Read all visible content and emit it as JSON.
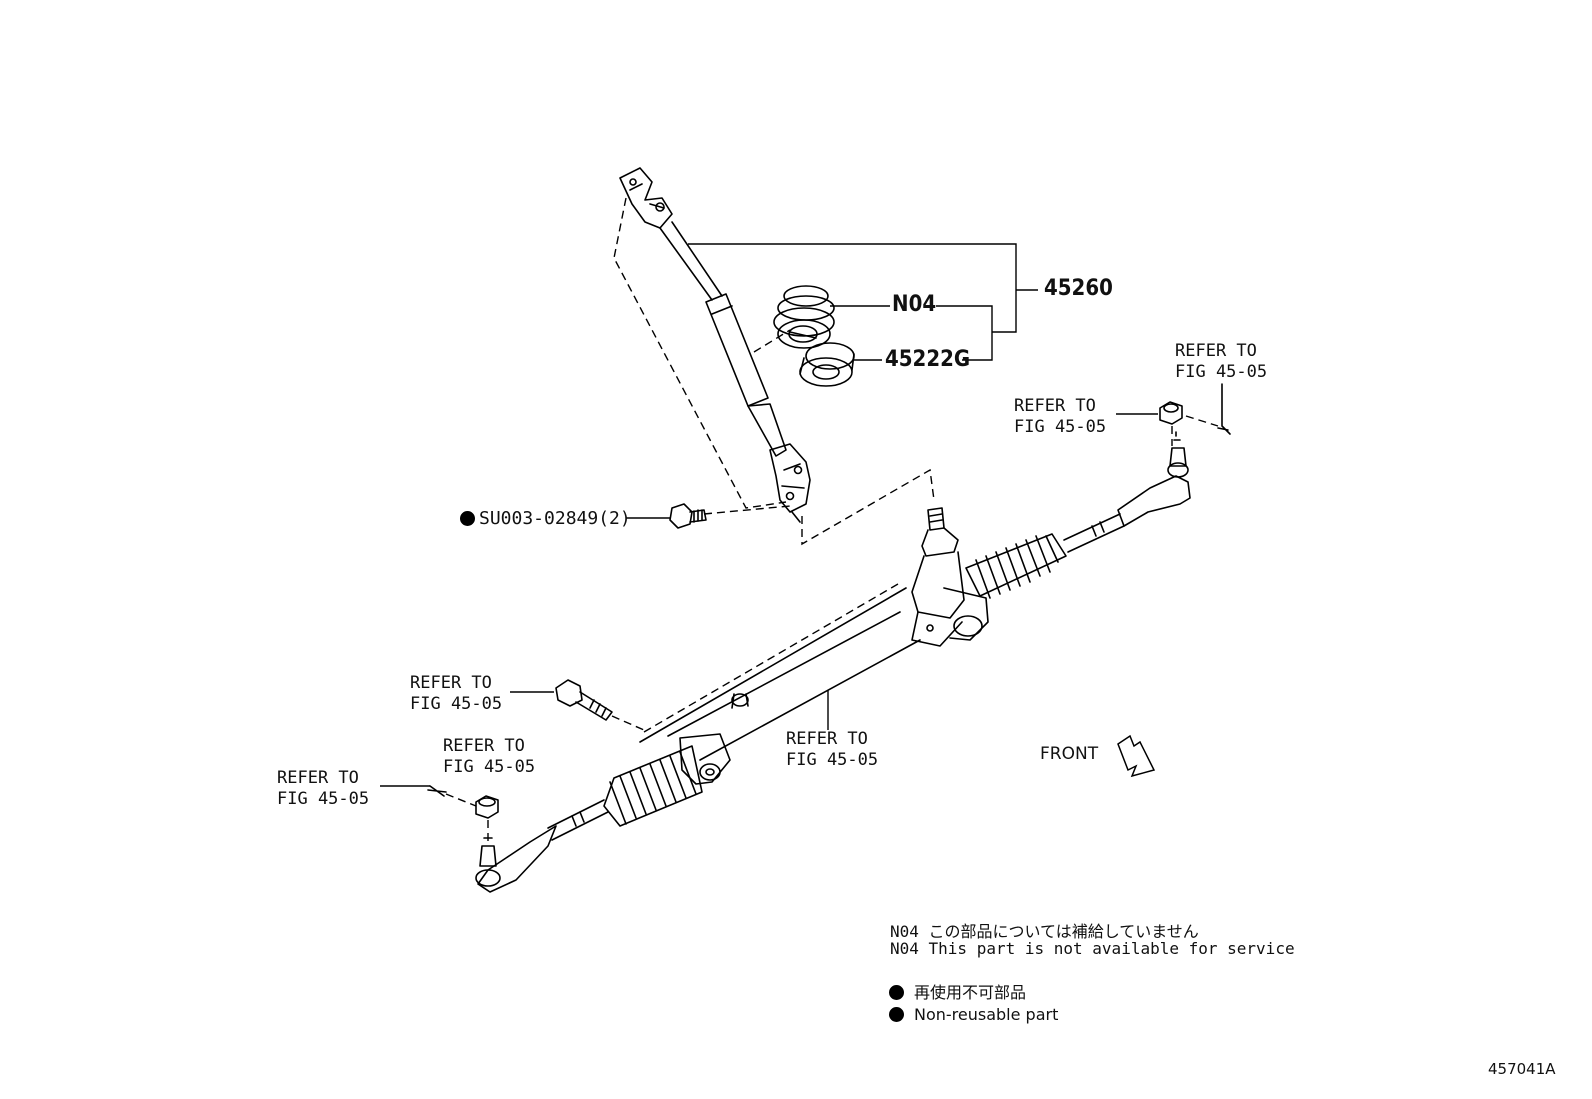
{
  "parts": {
    "shaft_assy": "45260",
    "boot": "N04",
    "seal": "45222G",
    "bolt": "SU003-02849(2)"
  },
  "refer": {
    "line1": "REFER TO",
    "line2": "FIG 45-05"
  },
  "front_label": "FRONT",
  "notes": {
    "n04_jp": "N04 この部品については補給していません",
    "n04_en": "N04 This part is not available for service"
  },
  "legend": {
    "jp": "再使用不可部品",
    "en": "Non-reusable part"
  },
  "illustration_id": "457041A"
}
